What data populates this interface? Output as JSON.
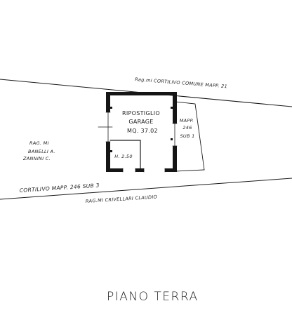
{
  "labels": {
    "north_neighbor": "Rag.mi  CORTILIVO COMUNE  MAPP. 21",
    "room_name": "RIPOSTIGLIO",
    "room_use": "GARAGE",
    "room_area": "MQ. 37.02",
    "room_height": "H. 2.50",
    "east_mapp": "MAPP.",
    "east_num": "246",
    "east_sub": "SUB 1",
    "west_line1": "RAG. MI",
    "west_line2": "BANELLI A.",
    "west_line3": "ZANNINI C.",
    "courtyard": "CORTILIVO    MAPP.    246    SUB  3",
    "south_neighbor": "RAG.MI  CRIVELLARI  CLAUDIO",
    "floor_title": "PIANO  TERRA"
  }
}
